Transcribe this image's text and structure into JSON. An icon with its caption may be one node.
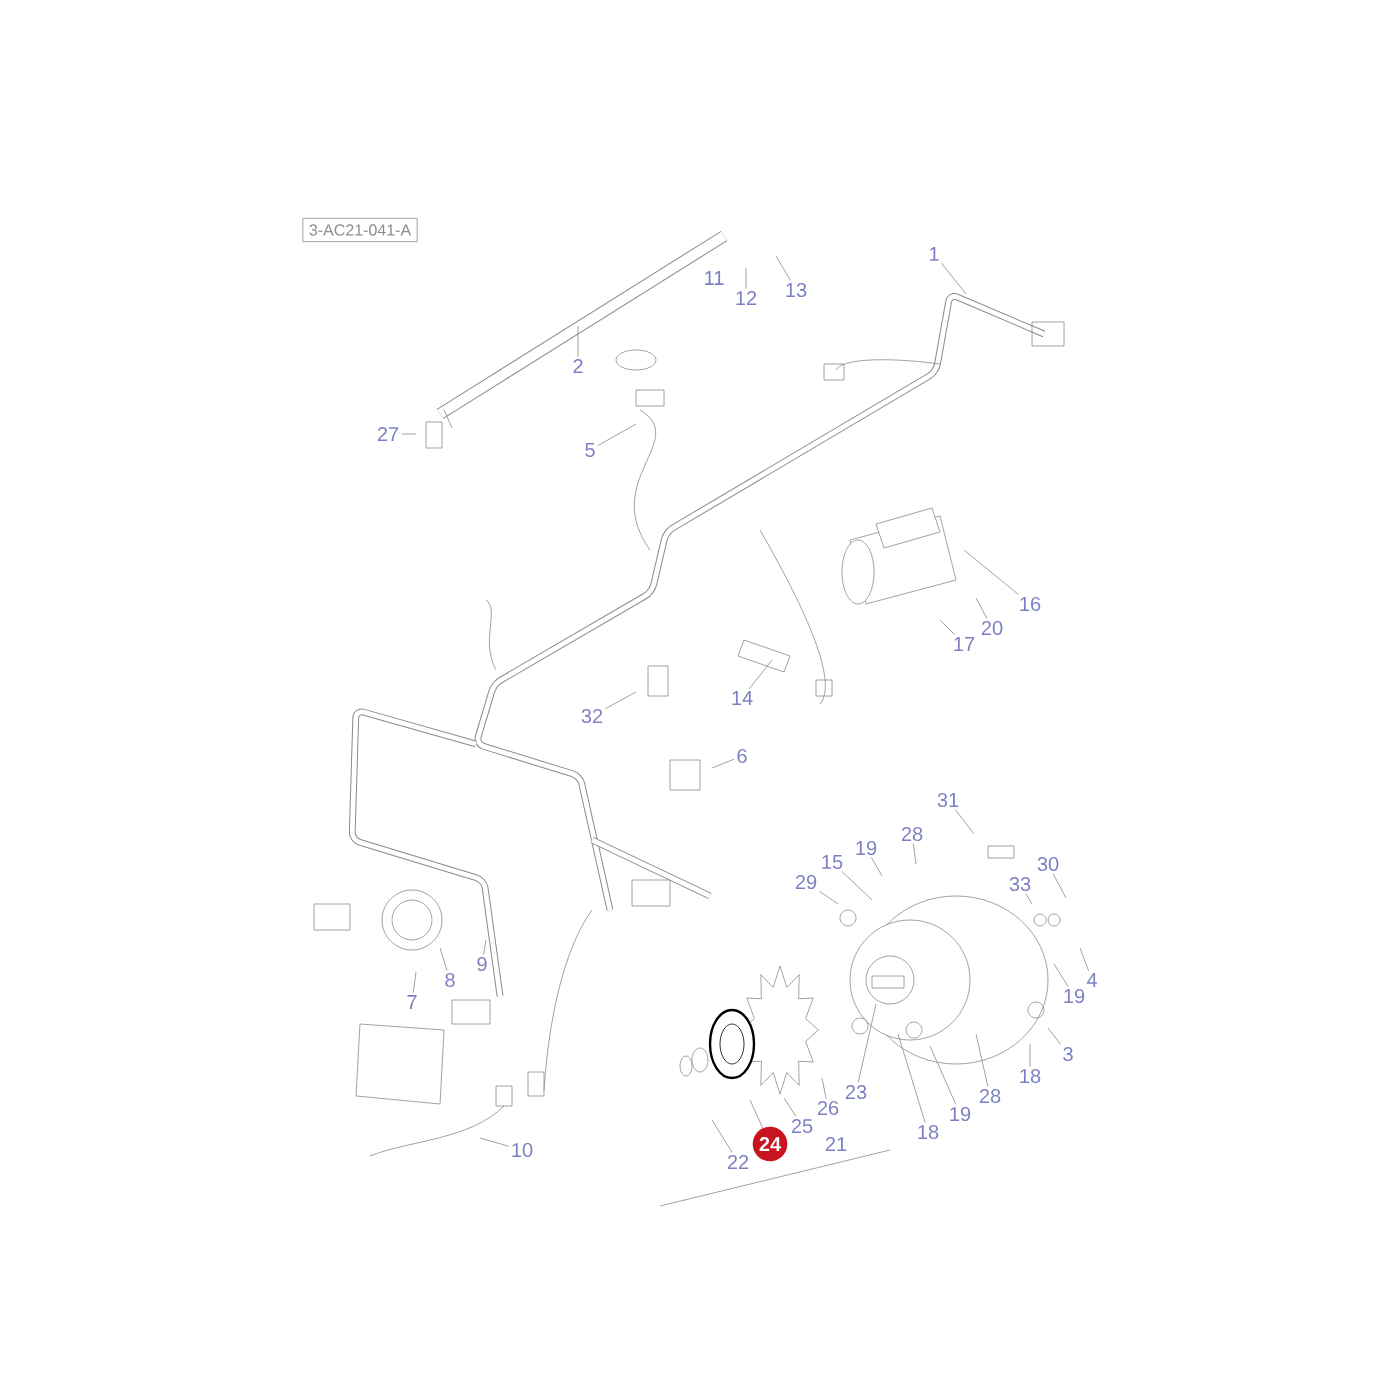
{
  "diagram": {
    "nodes": [
      {
        "text": [
          "3-AC21-041-A"
        ]
      },
      {
        "text": [
          "1"
        ]
      },
      {
        "text": [
          "12"
        ]
      },
      {
        "text": [
          "13"
        ]
      },
      {
        "text": [
          "2"
        ]
      },
      {
        "text": [
          "27"
        ]
      },
      {
        "text": [
          "5"
        ]
      },
      {
        "text": [
          "16"
        ]
      },
      {
        "text": [
          "20"
        ]
      },
      {
        "text": [
          "17"
        ]
      },
      {
        "text": [
          "14"
        ]
      },
      {
        "text": [
          "32"
        ]
      },
      {
        "text": [
          "6"
        ]
      },
      {
        "text": [
          "31"
        ]
      },
      {
        "text": [
          "28"
        ]
      },
      {
        "text": [
          "19"
        ]
      },
      {
        "text": [
          "15"
        ]
      },
      {
        "text": [
          "30"
        ]
      },
      {
        "text": [
          "29"
        ]
      },
      {
        "text": [
          "33"
        ]
      },
      {
        "text": [
          "9"
        ]
      },
      {
        "text": [
          "4"
        ]
      },
      {
        "text": [
          "8"
        ]
      },
      {
        "text": [
          "19"
        ]
      },
      {
        "text": [
          "7"
        ]
      },
      {
        "text": [
          "3"
        ]
      },
      {
        "text": [
          "18"
        ]
      },
      {
        "text": [
          "23"
        ]
      },
      {
        "text": [
          "28"
        ]
      },
      {
        "text": [
          "26"
        ]
      },
      {
        "text": [
          "19"
        ]
      },
      {
        "text": [
          "25"
        ]
      },
      {
        "text": [
          "18"
        ]
      },
      {
        "text": [
          "24"
        ]
      },
      {
        "text": [
          "22"
        ]
      },
      {
        "text": [
          "10"
        ]
      }
    ],
    "edges": [
      {
        "from": 1,
        "to": null,
        "arrow": "none"
      },
      {
        "from": 2,
        "to": null,
        "arrow": "none"
      },
      {
        "from": 3,
        "to": null,
        "arrow": "none"
      },
      {
        "from": 4,
        "to": null,
        "arrow": "none"
      },
      {
        "from": 5,
        "to": null,
        "arrow": "none"
      },
      {
        "from": 6,
        "to": null,
        "arrow": "none"
      },
      {
        "from": 7,
        "to": null,
        "arrow": "none"
      },
      {
        "from": 8,
        "to": null,
        "arrow": "none"
      },
      {
        "from": 9,
        "to": null,
        "arrow": "none"
      },
      {
        "from": 10,
        "to": null,
        "arrow": "none"
      },
      {
        "from": 11,
        "to": null,
        "arrow": "none"
      },
      {
        "from": 12,
        "to": null,
        "arrow": "none"
      },
      {
        "from": 13,
        "to": null,
        "arrow": "none"
      },
      {
        "from": 14,
        "to": null,
        "arrow": "none"
      },
      {
        "from": 15,
        "to": null,
        "arrow": "none"
      },
      {
        "from": 16,
        "to": null,
        "arrow": "none"
      },
      {
        "from": 17,
        "to": null,
        "arrow": "none"
      },
      {
        "from": 18,
        "to": null,
        "arrow": "none"
      },
      {
        "from": 19,
        "to": null,
        "arrow": "none"
      },
      {
        "from": 20,
        "to": null,
        "arrow": "none"
      },
      {
        "from": 21,
        "to": null,
        "arrow": "none"
      },
      {
        "from": 22,
        "to": null,
        "arrow": "none"
      },
      {
        "from": 23,
        "to": null,
        "arrow": "none"
      },
      {
        "from": 24,
        "to": null,
        "arrow": "none"
      },
      {
        "from": 25,
        "to": null,
        "arrow": "none"
      },
      {
        "from": 26,
        "to": null,
        "arrow": "none"
      },
      {
        "from": 27,
        "to": null,
        "arrow": "none"
      },
      {
        "from": 28,
        "to": null,
        "arrow": "none"
      },
      {
        "from": 29,
        "to": null,
        "arrow": "none"
      },
      {
        "from": 30,
        "to": null,
        "arrow": "none"
      },
      {
        "from": 31,
        "to": null,
        "arrow": "none"
      },
      {
        "from": 32,
        "to": null,
        "arrow": "none"
      },
      {
        "from": 33,
        "to": null,
        "arrow": "none"
      },
      {
        "from": 34,
        "to": null,
        "arrow": "none"
      },
      {
        "from": 35,
        "to": null,
        "arrow": "none"
      }
    ],
    "labels": [
      "11",
      "21"
    ]
  }
}
